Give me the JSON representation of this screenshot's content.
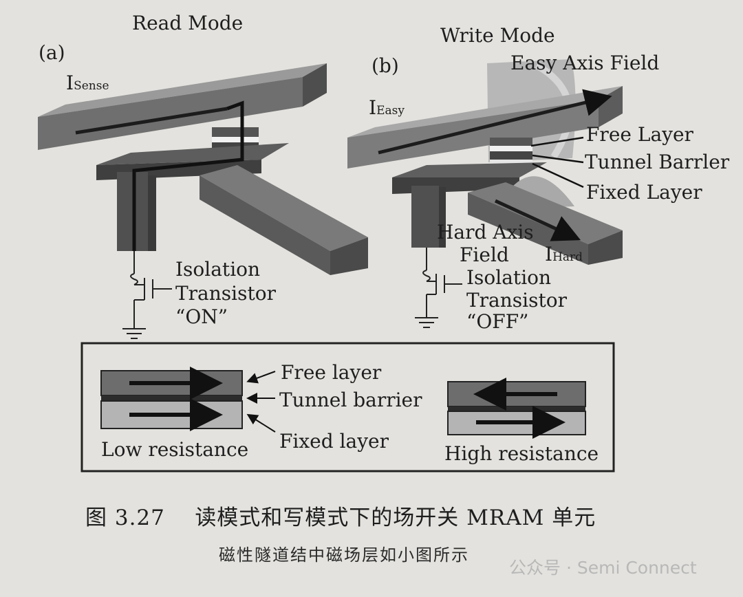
{
  "panel_a": {
    "tag": "(a)",
    "title": "Read Mode",
    "current_main": "I",
    "current_sub": "Sense",
    "transistor_label_1": "Isolation",
    "transistor_label_2": "Transistor",
    "transistor_state": "“ON”"
  },
  "panel_b": {
    "tag": "(b)",
    "title": "Write Mode",
    "easy_field": "Easy Axis Field",
    "current_easy_main": "I",
    "current_easy_sub": "Easy",
    "free_layer": "Free Layer",
    "tunnel_barrier": "Tunnel Barrler",
    "fixed_layer": "Fixed Layer",
    "hard_field_1": "Hard Axis",
    "hard_field_2": "Field",
    "current_hard_main": "I",
    "current_hard_sub": "Hard",
    "transistor_label_1": "Isolation",
    "transistor_label_2": "Transistor",
    "transistor_state": "“OFF”"
  },
  "legend": {
    "free_layer": "Free layer",
    "tunnel_barrier": "Tunnel barrier",
    "fixed_layer": "Fixed layer",
    "low_resistance": "Low resistance",
    "high_resistance": "High resistance"
  },
  "caption": {
    "figure_number": "图 3.27",
    "title": "读模式和写模式下的场开关 MRAM 单元",
    "subcaption": "磁性隧道结中磁场层如小图所示"
  },
  "watermark": "公众号 · Semi Connect",
  "colors": {
    "background": "#e3e2de",
    "line_dark": "#3a3a3a",
    "line_light": "#7d7d7d",
    "legend_dark": "#6d6d6d",
    "legend_light": "#b4b4b4"
  }
}
